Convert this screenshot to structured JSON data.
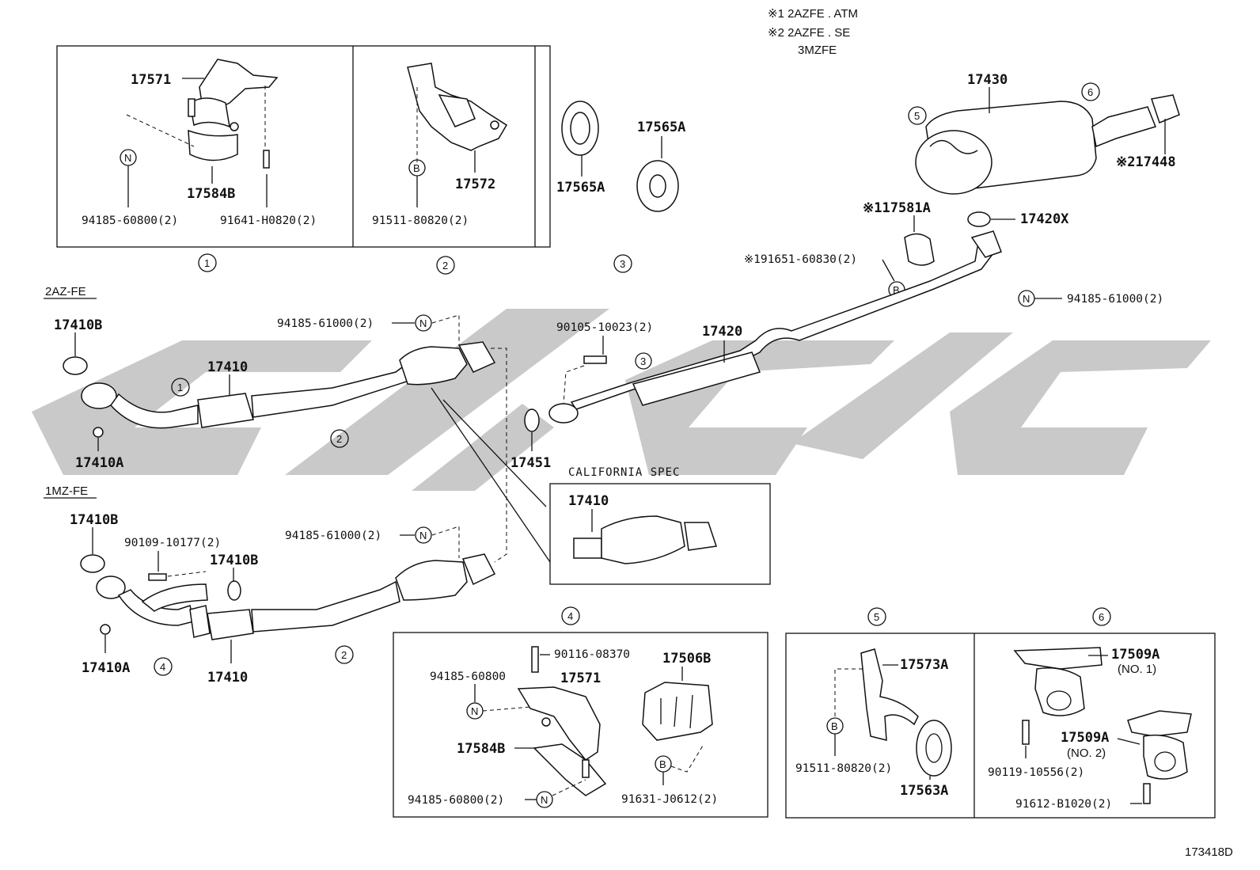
{
  "notes": [
    "※1  2AZFE . ATM",
    "※2  2AZFE . SE",
    "3MZFE"
  ],
  "engines": {
    "a": "2AZ-FE",
    "b": "1MZ-FE"
  },
  "california": "CALIFORNIA  SPEC",
  "drawing_id": "173418D",
  "circles": {
    "one": "1",
    "two": "2",
    "three": "3",
    "four": "4",
    "five": "5",
    "six": "6",
    "N": "N",
    "B": "B"
  },
  "labels": {
    "p17571": "17571",
    "p17584B": "17584B",
    "p94185_60800_2": "94185-60800(2)",
    "p91641_H0820_2": "91641-H0820(2)",
    "p17572": "17572",
    "p91511_80820_2": "91511-80820(2)",
    "p17565A_a": "17565A",
    "p17565A_b": "17565A",
    "p17430": "17430",
    "p17448": "※217448",
    "p17581A": "※117581A",
    "p17420X": "17420X",
    "p91651_60830_2": "※191651-60830(2)",
    "p94185_61000_right": "94185-61000(2)",
    "p17410B_a": "17410B",
    "p94185_61000_a": "94185-61000(2)",
    "p90105_10023_2": "90105-10023(2)",
    "p17420": "17420",
    "p17410_a": "17410",
    "p17410A_a": "17410A",
    "p17451": "17451",
    "p17410_cal": "17410",
    "p17410B_b": "17410B",
    "p90109_10177_2": "90109-10177(2)",
    "p17410B_c": "17410B",
    "p94185_61000_b": "94185-61000(2)",
    "p17410A_b": "17410A",
    "p17410_b": "17410",
    "p90116_08370": "90116-08370",
    "p17506B": "17506B",
    "p94185_60800": "94185-60800",
    "p17571_b": "17571",
    "p17584B_b": "17584B",
    "p94185_60800_2b": "94185-60800(2)",
    "p91631_J0612_2": "91631-J0612(2)",
    "p17573A": "17573A",
    "p91511_80820_2b": "91511-80820(2)",
    "p17563A": "17563A",
    "p17509A_1": "17509A",
    "p17509A_1n": "(NO. 1)",
    "p17509A_2": "17509A",
    "p17509A_2n": "(NO. 2)",
    "p90119_10556_2": "90119-10556(2)",
    "p91612_B1020_2": "91612-B1020(2)"
  }
}
